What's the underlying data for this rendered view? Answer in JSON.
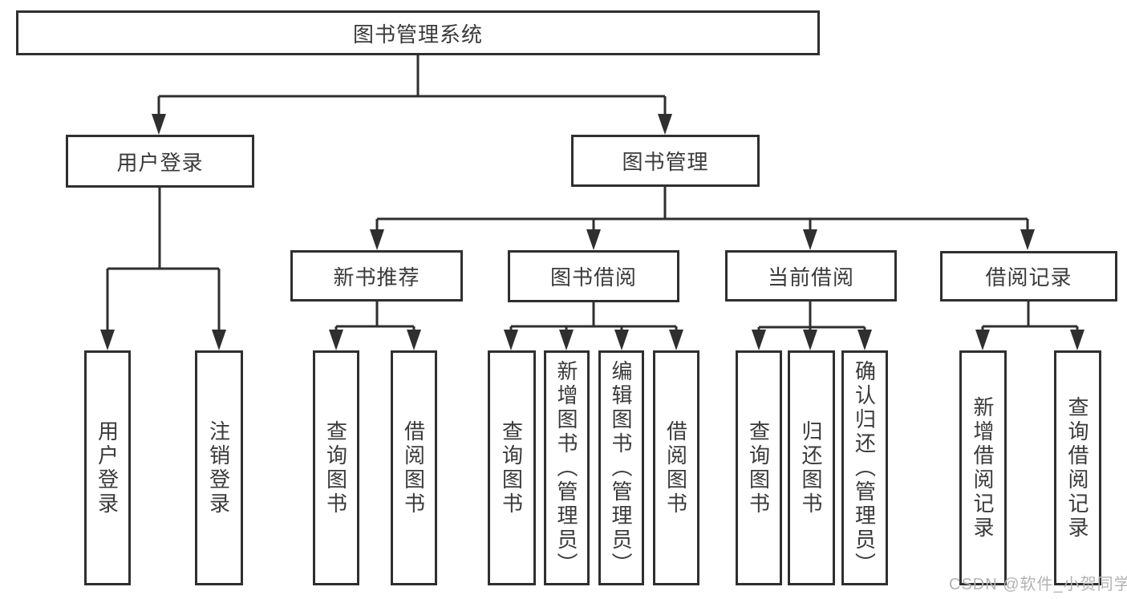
{
  "diagram": {
    "root": {
      "label": "图书管理系统"
    },
    "level1": [
      {
        "id": "user-login",
        "label": "用户登录",
        "parent": "root"
      },
      {
        "id": "book-management",
        "label": "图书管理",
        "parent": "root"
      }
    ],
    "level2": [
      {
        "id": "new-book-recommend",
        "label": "新书推荐",
        "parent": "book-management"
      },
      {
        "id": "book-borrow",
        "label": "图书借阅",
        "parent": "book-management"
      },
      {
        "id": "current-borrow",
        "label": "当前借阅",
        "parent": "book-management"
      },
      {
        "id": "borrow-records",
        "label": "借阅记录",
        "parent": "book-management"
      }
    ],
    "leaves": [
      {
        "id": "user-login-leaf",
        "label": "用户登录",
        "parent": "user-login"
      },
      {
        "id": "logout",
        "label": "注销登录",
        "parent": "user-login"
      },
      {
        "id": "query-book-recommend",
        "label": "查询图书",
        "parent": "new-book-recommend"
      },
      {
        "id": "borrow-book-recommend",
        "label": "借阅图书",
        "parent": "new-book-recommend"
      },
      {
        "id": "query-book-borrow",
        "label": "查询图书",
        "parent": "book-borrow"
      },
      {
        "id": "add-book-admin",
        "label": "新增图书（管理员）",
        "parent": "book-borrow"
      },
      {
        "id": "edit-book-admin",
        "label": "编辑图书（管理员）",
        "parent": "book-borrow"
      },
      {
        "id": "borrow-book",
        "label": "借阅图书",
        "parent": "book-borrow"
      },
      {
        "id": "query-book-current",
        "label": "查询图书",
        "parent": "current-borrow"
      },
      {
        "id": "return-book",
        "label": "归还图书",
        "parent": "current-borrow"
      },
      {
        "id": "confirm-return-admin",
        "label": "确认归还（管理员）",
        "parent": "current-borrow"
      },
      {
        "id": "add-borrow-record",
        "label": "新增借阅记录",
        "parent": "borrow-records"
      },
      {
        "id": "query-borrow-record",
        "label": "查询借阅记录",
        "parent": "borrow-records"
      }
    ]
  },
  "watermark": {
    "text": "CSDN @软件_小贺同学"
  },
  "colors": {
    "line": "#2f2f2f",
    "box_border": "#2f2f2f",
    "text": "#3a3a3a",
    "watermark": "#b3b3b3",
    "background": "#ffffff"
  }
}
